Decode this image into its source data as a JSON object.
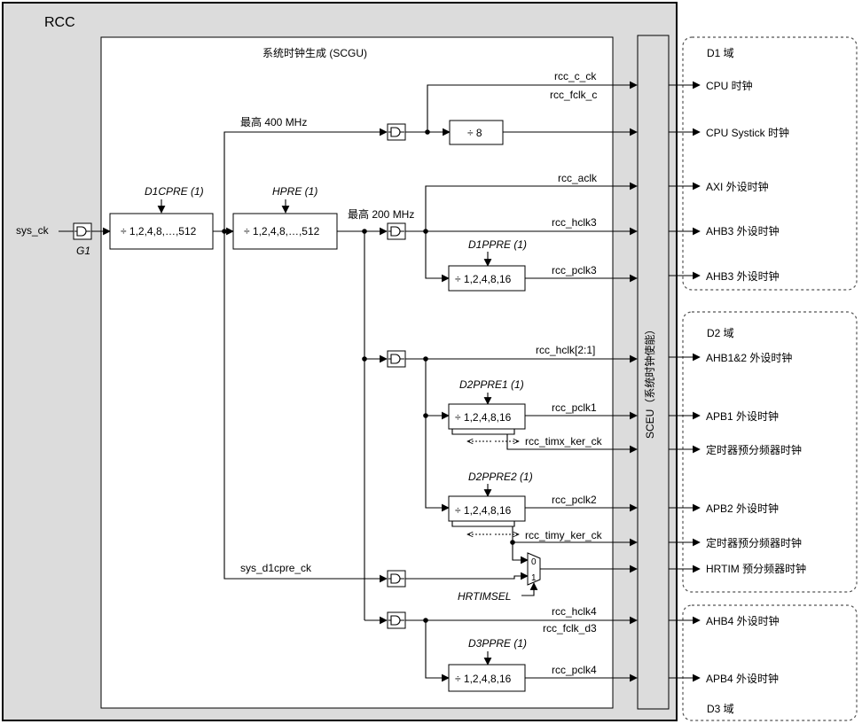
{
  "rcc": "RCC",
  "scgu": "系统时钟生成 (SCGU)",
  "sceu": "SCEU（系统时钟使能）",
  "inputs": {
    "sys_ck": "sys_ck",
    "g1": "G1"
  },
  "prescalers": {
    "d1cpre_label": "D1CPRE (1)",
    "d1cpre_box": "÷ 1,2,4,8,…,512",
    "hpre_label": "HPRE (1)",
    "hpre_box": "÷ 1,2,4,8,…,512",
    "div8": "÷ 8",
    "d1ppre_label": "D1PPRE (1)",
    "d2ppre1_label": "D2PPRE1 (1)",
    "d2ppre2_label": "D2PPRE2 (1)",
    "d3ppre_label": "D3PPRE (1)",
    "apb_box": "÷ 1,2,4,8,16"
  },
  "limits": {
    "max400": "最高 400 MHz",
    "max200": "最高 200 MHz"
  },
  "signals": {
    "rcc_c_ck": "rcc_c_ck",
    "rcc_fclk_c": "rcc_fclk_c",
    "rcc_aclk": "rcc_aclk",
    "rcc_hclk3": "rcc_hclk3",
    "rcc_pclk3": "rcc_pclk3",
    "rcc_hclk21": "rcc_hclk[2:1]",
    "rcc_pclk1": "rcc_pclk1",
    "rcc_timx": "rcc_timx_ker_ck",
    "rcc_pclk2": "rcc_pclk2",
    "rcc_timy": "rcc_timy_ker_ck",
    "sys_d1cpre_ck": "sys_d1cpre_ck",
    "hrtimsel": "HRTIMSEL",
    "rcc_hclk4": "rcc_hclk4",
    "rcc_fclk_d3": "rcc_fclk_d3",
    "rcc_pclk4": "rcc_pclk4",
    "mux0": "0",
    "mux1": "1"
  },
  "domains": {
    "d1": "D1 域",
    "d2": "D2 域",
    "d3": "D3 域"
  },
  "outputs": {
    "cpu": "CPU 时钟",
    "systick": "CPU Systick 时钟",
    "axi": "AXI 外设时钟",
    "ahb3a": "AHB3 外设时钟",
    "ahb3b": "AHB3 外设时钟",
    "ahb12": "AHB1&2 外设时钟",
    "apb1": "APB1 外设时钟",
    "tim1": "定时器预分频器时钟",
    "apb2": "APB2 外设时钟",
    "tim2": "定时器预分频器时钟",
    "hrtim": "HRTIM 预分频器时钟",
    "ahb4": "AHB4 外设时钟",
    "apb4": "APB4 外设时钟"
  }
}
